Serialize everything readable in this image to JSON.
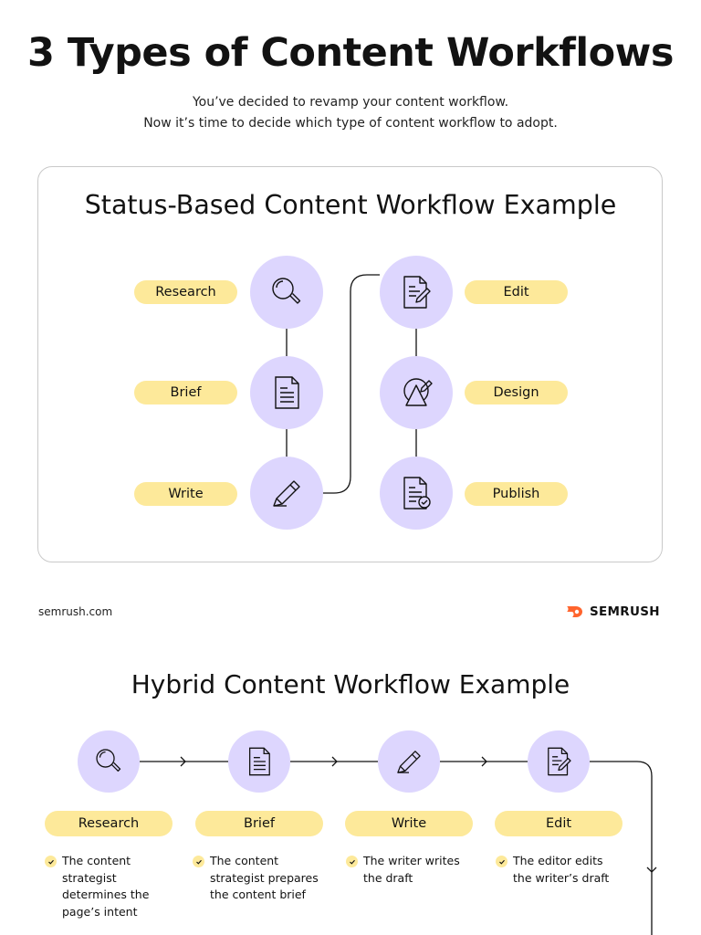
{
  "header": {
    "title": "3 Types of Content Workflows",
    "subtitle_line1": "You’ve decided to revamp your content workflow.",
    "subtitle_line2": "Now it’s time to decide which type of content workflow to adopt."
  },
  "status_section": {
    "title": "Status-Based Content Workflow Example",
    "steps": [
      {
        "label": "Research",
        "icon": "magnifier-icon"
      },
      {
        "label": "Brief",
        "icon": "document-icon"
      },
      {
        "label": "Write",
        "icon": "pencil-icon"
      },
      {
        "label": "Edit",
        "icon": "edit-document-icon"
      },
      {
        "label": "Design",
        "icon": "design-shapes-icon"
      },
      {
        "label": "Publish",
        "icon": "document-check-icon"
      }
    ]
  },
  "footer": {
    "site": "semrush.com",
    "brand": "SEMRUSH",
    "brand_color": "#ff642d"
  },
  "hybrid_section": {
    "title": "Hybrid Content Workflow Example",
    "steps": [
      {
        "label": "Research",
        "icon": "magnifier-icon",
        "desc": "The content strategist determines the page’s intent"
      },
      {
        "label": "Brief",
        "icon": "document-icon",
        "desc": "The content strategist prepares the content brief"
      },
      {
        "label": "Write",
        "icon": "pencil-icon",
        "desc": "The writer writes the draft"
      },
      {
        "label": "Edit",
        "icon": "edit-document-icon",
        "desc": "The editor edits the writer’s draft"
      }
    ]
  },
  "colors": {
    "circle": "#ddd6fe",
    "pill": "#fde99a",
    "accent": "#ff642d"
  }
}
